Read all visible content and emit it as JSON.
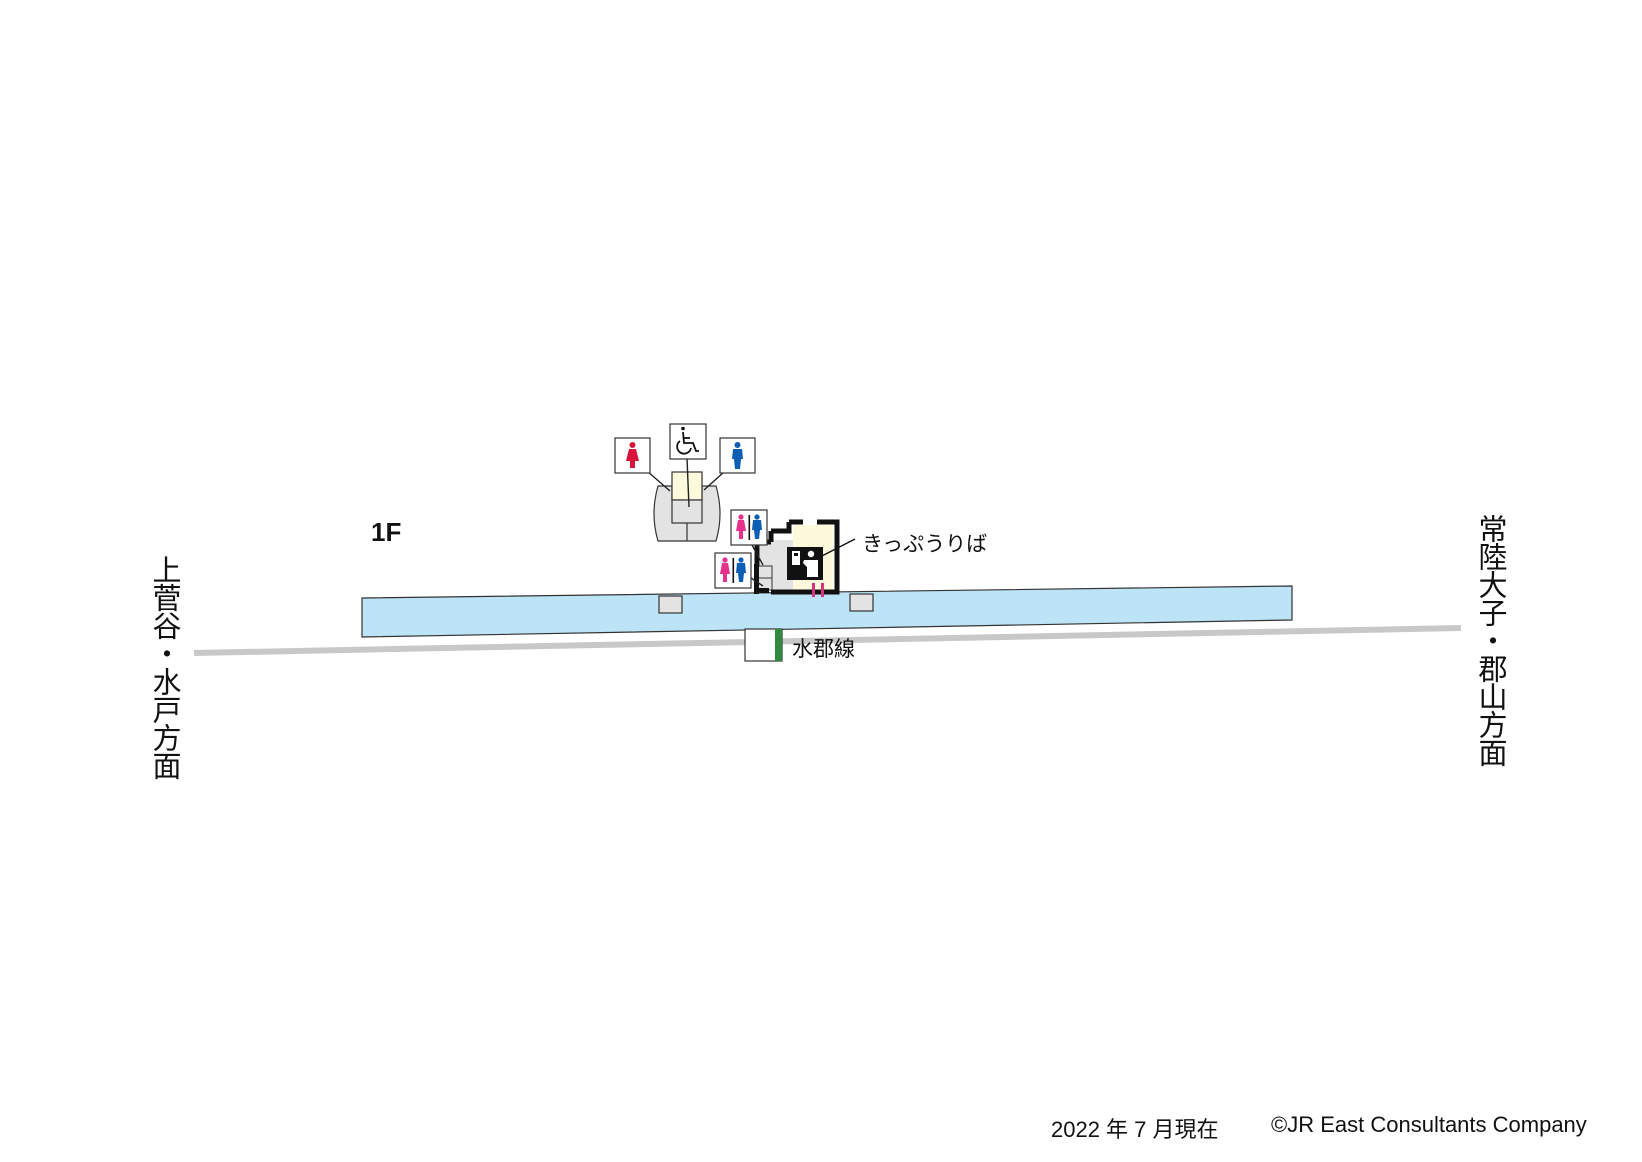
{
  "map": {
    "floor": "1F",
    "direction_left": "上菅谷・水戸方面",
    "direction_right": "常陸大子・郡山方面",
    "ticket_office_label": "きっぷうりば",
    "line_name": "水郡線",
    "line_color": "#2e8b3e",
    "platform_color": "#bde3f6",
    "rail_color": "#c8c8c8",
    "facility_yellow": "#fdf9dc",
    "facility_gray": "#e3e3e3",
    "icons": {
      "female_toilet_color": "#d9143a",
      "male_toilet_color": "#0a5fb4",
      "unisex_female_color": "#e5308c",
      "unisex_male_color": "#0a5fb4",
      "gate_color": "#d6337f"
    },
    "facilities": [
      {
        "name": "female-toilet",
        "icon": "female-icon"
      },
      {
        "name": "accessible-toilet",
        "icon": "wheelchair-icon"
      },
      {
        "name": "male-toilet",
        "icon": "male-icon"
      },
      {
        "name": "toilet-upper",
        "icon": "unisex-toilet-icon"
      },
      {
        "name": "toilet-lower",
        "icon": "unisex-toilet-icon"
      },
      {
        "name": "ticket-office",
        "icon": "ticket-office-icon"
      }
    ]
  },
  "footer": {
    "as_of": "2022 年 7 月現在",
    "copyright": "©JR East Consultants Company"
  }
}
